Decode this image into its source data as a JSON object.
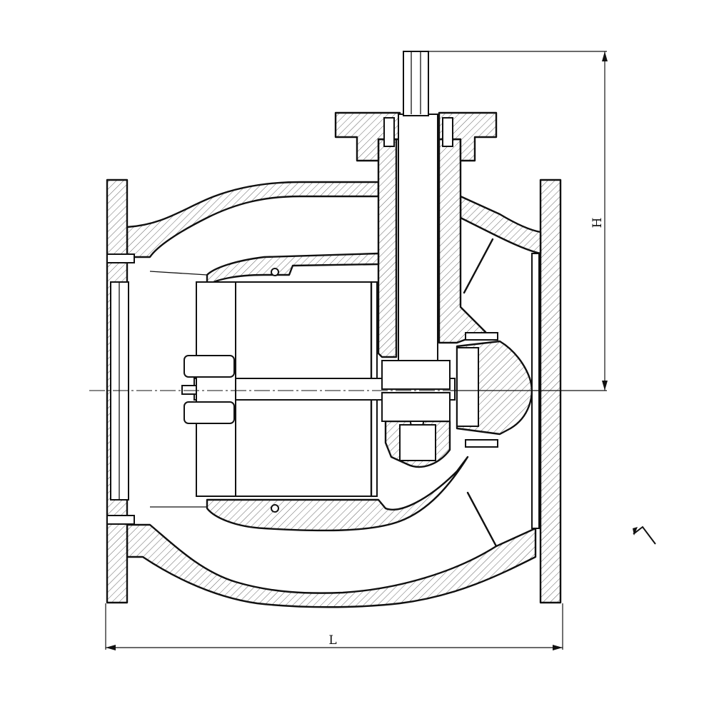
{
  "diagram": {
    "type": "valve-cross-section",
    "dimensions": {
      "length_label": "L",
      "height_label": "H"
    },
    "colors": {
      "line": "#111111",
      "background": "#ffffff"
    },
    "icons": [
      "caret-up-icon"
    ]
  }
}
